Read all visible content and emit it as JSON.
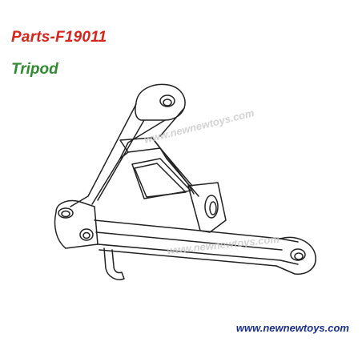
{
  "header": {
    "part_number": "Parts-F19011",
    "part_name": "Tripod"
  },
  "drawing": {
    "icon": "tripod-part-line-drawing",
    "watermark_text": "www.newnewtoys.com"
  },
  "footer": {
    "url": "www.newnewtoys.com"
  },
  "colors": {
    "part_number": "#d9241b",
    "part_name": "#2e8b2e",
    "url": "#1a2f8a",
    "line": "#222222"
  }
}
